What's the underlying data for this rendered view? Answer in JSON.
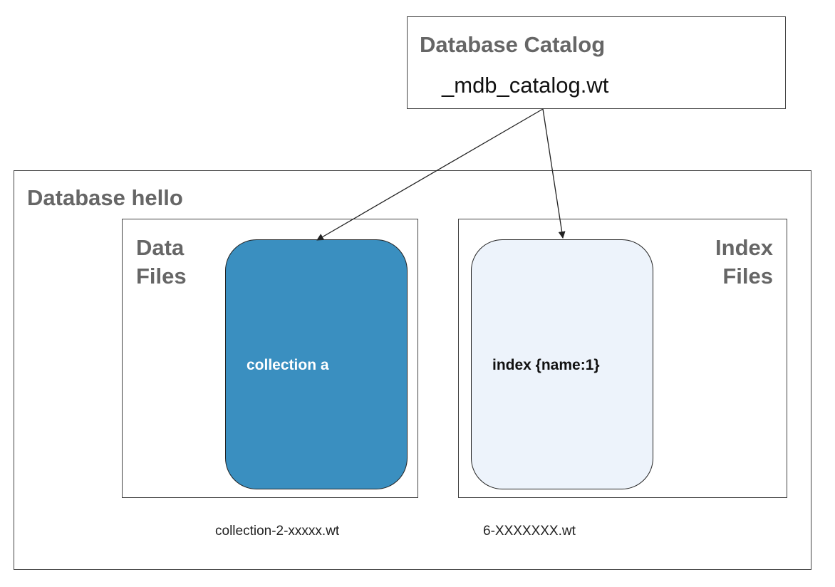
{
  "catalog": {
    "title": "Database Catalog",
    "file": "_mdb_catalog.wt"
  },
  "database": {
    "title": "Database hello"
  },
  "data_files": {
    "title_line1": "Data",
    "title_line2": "Files",
    "collection_label": "collection a",
    "collection_file": "collection-2-xxxxx.wt",
    "collection_color": "#3a8fc0"
  },
  "index_files": {
    "title_line1": "Index",
    "title_line2": "Files",
    "index_label": "index {name:1}",
    "index_file": "6-XXXXXXX.wt",
    "index_color": "#edf3fb"
  }
}
